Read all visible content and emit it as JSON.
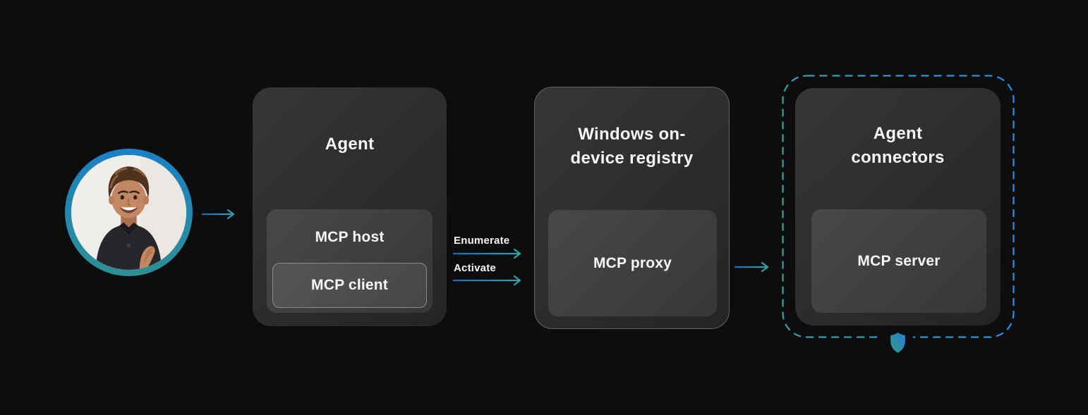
{
  "diagram": {
    "background_color": "#0d0d0d",
    "accent_blue": "#2492ec",
    "accent_teal": "#35a1a6",
    "text_color": "#f7f7f7"
  },
  "user": {
    "avatar_icon": "user-photo"
  },
  "agent_box": {
    "title": "Agent",
    "host_label": "MCP host",
    "client_label": "MCP client"
  },
  "flow_arrows": {
    "enumerate_label": "Enumerate",
    "activate_label": "Activate",
    "arrow_icon": "arrow-right-icon"
  },
  "registry_box": {
    "title_lines": [
      "Windows on-",
      "device registry"
    ],
    "proxy_label": "MCP proxy"
  },
  "connectors_box": {
    "title_lines": [
      "Agent",
      "connectors"
    ],
    "server_label": "MCP server",
    "shield_icon": "shield-icon"
  }
}
